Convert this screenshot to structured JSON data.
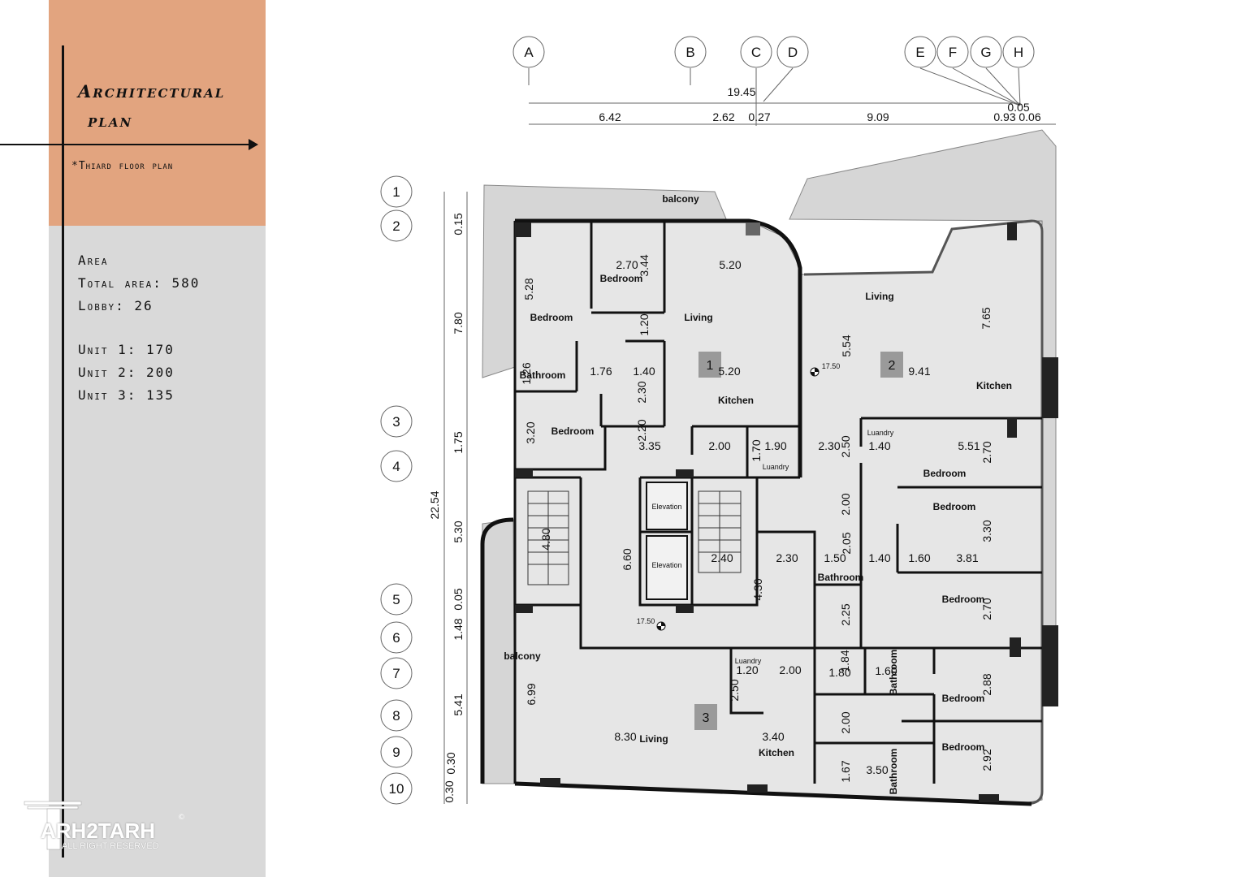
{
  "header": {
    "title_line1": "Architectural",
    "title_line2": "plan",
    "subtitle": "*Thiard floor plan"
  },
  "area": {
    "heading": "Area",
    "total": "Total area: 580",
    "lobby": "Lobby: 26",
    "unit1": "Unit 1: 170",
    "unit2": "Unit 2: 200",
    "unit3": "Unit 3: 135"
  },
  "logo": {
    "text": "ARH2TARH",
    "sub": "ALL RIGHT RESERVED",
    "mark": "©"
  },
  "grid_columns": [
    "A",
    "B",
    "C",
    "D",
    "E",
    "F",
    "G",
    "H"
  ],
  "grid_rows": [
    "1",
    "2",
    "3",
    "4",
    "5",
    "6",
    "7",
    "8",
    "9",
    "10"
  ],
  "top_dimensions": [
    "19.45",
    "0.05",
    "6.42",
    "2.62",
    "0.27",
    "9.09",
    "0.93",
    "0.06"
  ],
  "left_dimensions": [
    "0.15",
    "7.80",
    "1.75",
    "22.54",
    "5.30",
    "0.05",
    "1.48",
    "5.41",
    "0.30",
    "0.30"
  ],
  "rooms": {
    "balcony_top": "balcony",
    "balcony_left": "balcony",
    "bedroom": "Bedroom",
    "living": "Living",
    "kitchen": "Kitchen",
    "bathroom": "Bathroom",
    "elevation": "Elevation",
    "laundry": "Luandry"
  },
  "unit_badges": [
    "1",
    "2",
    "3"
  ],
  "levels": [
    "17.50",
    "17.50"
  ],
  "room_dimensions": [
    "5.28",
    "2.70",
    "3.44",
    "5.20",
    "1.20",
    "1.26",
    "1.76",
    "1.40",
    "2.30",
    "5.20",
    "3.20",
    "2.20",
    "3.35",
    "2.00",
    "1.70",
    "1.90",
    "5.54",
    "7.65",
    "9.41",
    "2.30",
    "2.50",
    "1.40",
    "5.51",
    "2.70",
    "2.00",
    "2.05",
    "1.50",
    "1.40",
    "1.60",
    "3.81",
    "3.30",
    "4.80",
    "6.60",
    "2.40",
    "2.30",
    "4.30",
    "2.25",
    "2.70",
    "6.99",
    "1.20",
    "2.50",
    "2.00",
    "1.80",
    "1.84",
    "1.60",
    "2.88",
    "8.30",
    "3.40",
    "2.00",
    "1.67",
    "3.50",
    "2.92"
  ]
}
